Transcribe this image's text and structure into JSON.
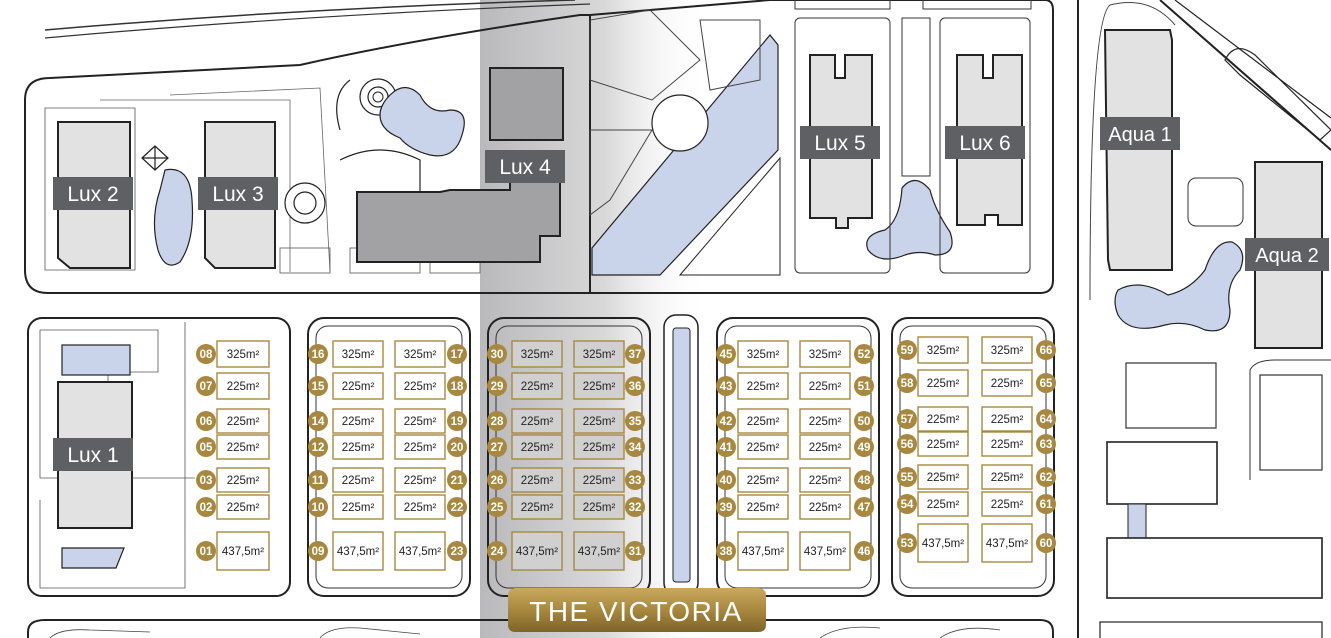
{
  "buildings": {
    "lux1": "Lux 1",
    "lux2": "Lux 2",
    "lux3": "Lux 3",
    "lux4": "Lux 4",
    "lux5": "Lux 5",
    "lux6": "Lux 6",
    "aqua1": "Aqua 1",
    "aqua2": "Aqua 2"
  },
  "project_title": "THE VICTORIA",
  "colors": {
    "badge_gold": "#a8883f",
    "label_bg": "#5f6063",
    "water": "#c9d3ea",
    "building": "#e2e2e3",
    "highlight_column": "#bdbdbf"
  },
  "lots": [
    {
      "n": "08",
      "a": "325m²"
    },
    {
      "n": "07",
      "a": "225m²"
    },
    {
      "n": "06",
      "a": "225m²"
    },
    {
      "n": "05",
      "a": "225m²"
    },
    {
      "n": "03",
      "a": "225m²"
    },
    {
      "n": "02",
      "a": "225m²"
    },
    {
      "n": "01",
      "a": "437,5m²"
    },
    {
      "n": "16",
      "a": "325m²"
    },
    {
      "n": "15",
      "a": "225m²"
    },
    {
      "n": "14",
      "a": "225m²"
    },
    {
      "n": "12",
      "a": "225m²"
    },
    {
      "n": "11",
      "a": "225m²"
    },
    {
      "n": "10",
      "a": "225m²"
    },
    {
      "n": "09",
      "a": "437,5m²"
    },
    {
      "n": "17",
      "a": "325m²"
    },
    {
      "n": "18",
      "a": "225m²"
    },
    {
      "n": "19",
      "a": "225m²"
    },
    {
      "n": "20",
      "a": "225m²"
    },
    {
      "n": "21",
      "a": "225m²"
    },
    {
      "n": "22",
      "a": "225m²"
    },
    {
      "n": "23",
      "a": "437,5m²"
    },
    {
      "n": "30",
      "a": "325m²"
    },
    {
      "n": "29",
      "a": "225m²"
    },
    {
      "n": "28",
      "a": "225m²"
    },
    {
      "n": "27",
      "a": "225m²"
    },
    {
      "n": "26",
      "a": "225m²"
    },
    {
      "n": "25",
      "a": "225m²"
    },
    {
      "n": "24",
      "a": "437,5m²"
    },
    {
      "n": "37",
      "a": "325m²"
    },
    {
      "n": "36",
      "a": "225m²"
    },
    {
      "n": "35",
      "a": "225m²"
    },
    {
      "n": "34",
      "a": "225m²"
    },
    {
      "n": "33",
      "a": "225m²"
    },
    {
      "n": "32",
      "a": "225m²"
    },
    {
      "n": "31",
      "a": "437,5m²"
    },
    {
      "n": "45",
      "a": "325m²"
    },
    {
      "n": "43",
      "a": "225m²"
    },
    {
      "n": "42",
      "a": "225m²"
    },
    {
      "n": "41",
      "a": "225m²"
    },
    {
      "n": "40",
      "a": "225m²"
    },
    {
      "n": "39",
      "a": "225m²"
    },
    {
      "n": "38",
      "a": "437,5m²"
    },
    {
      "n": "52",
      "a": "325m²"
    },
    {
      "n": "51",
      "a": "225m²"
    },
    {
      "n": "50",
      "a": "225m²"
    },
    {
      "n": "49",
      "a": "225m²"
    },
    {
      "n": "48",
      "a": "225m²"
    },
    {
      "n": "47",
      "a": "225m²"
    },
    {
      "n": "46",
      "a": "437,5m²"
    },
    {
      "n": "59",
      "a": "325m²"
    },
    {
      "n": "58",
      "a": "225m²"
    },
    {
      "n": "57",
      "a": "225m²"
    },
    {
      "n": "56",
      "a": "225m²"
    },
    {
      "n": "55",
      "a": "225m²"
    },
    {
      "n": "54",
      "a": "225m²"
    },
    {
      "n": "53",
      "a": "437,5m²"
    },
    {
      "n": "66",
      "a": "325m²"
    },
    {
      "n": "65",
      "a": "225m²"
    },
    {
      "n": "64",
      "a": "225m²"
    },
    {
      "n": "63",
      "a": "225m²"
    },
    {
      "n": "62",
      "a": "225m²"
    },
    {
      "n": "61",
      "a": "225m²"
    },
    {
      "n": "60",
      "a": "437,5m²"
    }
  ]
}
